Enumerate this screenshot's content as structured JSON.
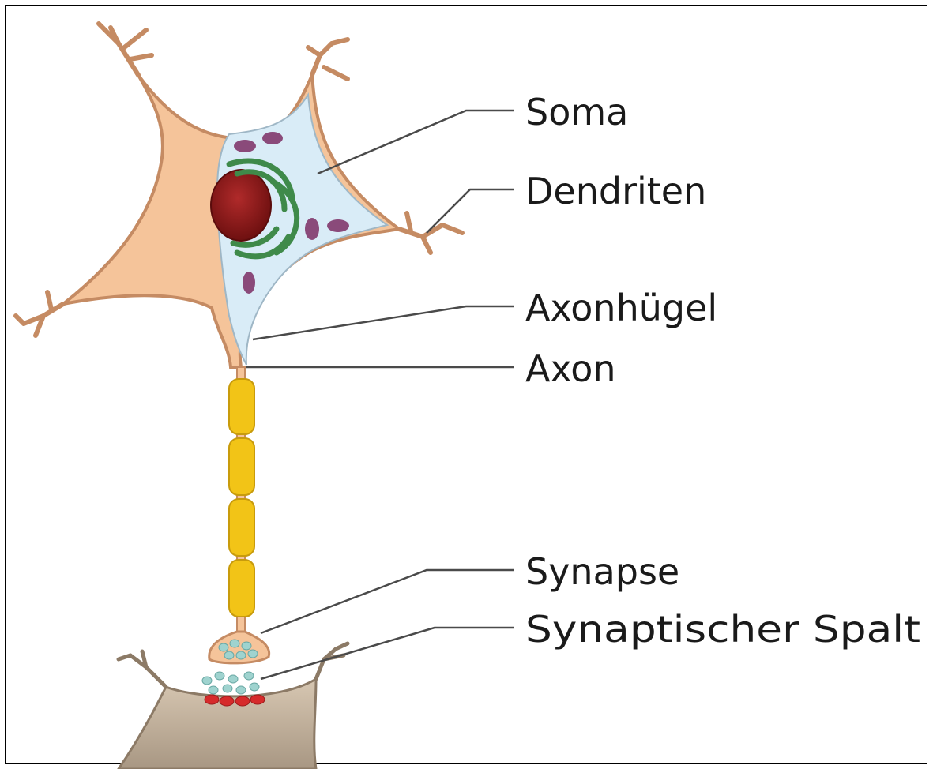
{
  "labels": {
    "soma": "Soma",
    "dendriten": "Dendriten",
    "axonhuegel": "Axonhügel",
    "axon": "Axon",
    "synapse": "Synapse",
    "spalt": "Synaptischer Spalt"
  },
  "colors": {
    "cell_body": "#f5c49a",
    "cell_outline": "#c58b63",
    "cytoplasm": "#d9ecf7",
    "nucleus": "#8b1a1a",
    "er": "#3f8a4a",
    "mitochondria": "#8a4a7a",
    "myelin": "#f2c417",
    "myelin_outline": "#c89b0c",
    "vesicles": "#9fd3cf",
    "receptors": "#d62b2b",
    "postsynaptic": "#c9b6a0",
    "leader_lines": "#4a4a4a"
  }
}
